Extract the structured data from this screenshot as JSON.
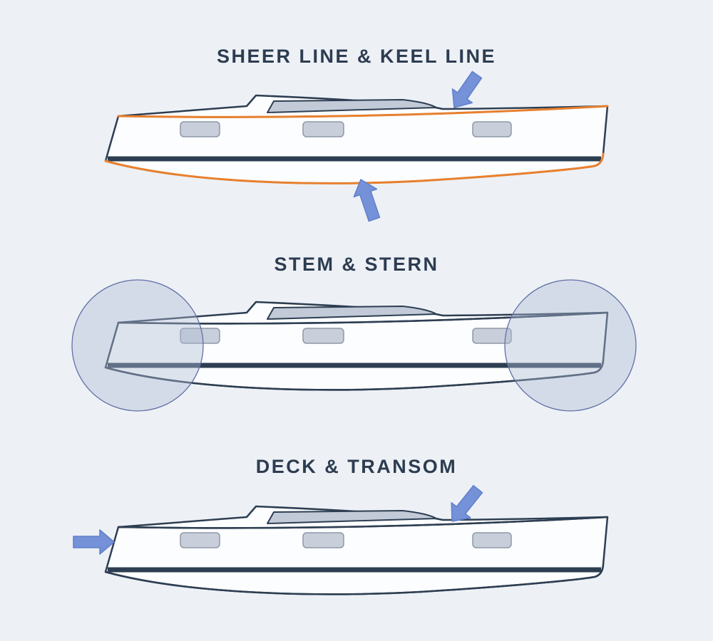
{
  "diagram": {
    "sections": [
      {
        "id": "sheer-keel",
        "title": "SHEER LINE & KEEL LINE",
        "annotations": [
          "sheer-line-arrow-icon",
          "keel-line-arrow-icon"
        ]
      },
      {
        "id": "stem-stern",
        "title": "STEM & STERN",
        "annotations": [
          "stern-highlight-circle",
          "stem-highlight-circle"
        ]
      },
      {
        "id": "deck-transom",
        "title": "DECK & TRANSOM",
        "annotations": [
          "transom-arrow-icon",
          "deck-arrow-icon"
        ]
      }
    ]
  },
  "colors": {
    "background": "#edf1f6",
    "title_color": "#2d3c50",
    "line_navy": "#2e3e52",
    "highlight_orange": "#e8802e",
    "hull_white": "#fcfdfe",
    "port_window_fill": "#c9cfda",
    "port_window_border": "#8d98a8",
    "cabin_glass_fill": "#c2cad7",
    "arrow_blue_fill": "#7591d8",
    "arrow_blue_border": "#5f80ca",
    "circle_fill": "rgba(175,188,212,0.40)",
    "circle_border": "#5f6fa6"
  }
}
